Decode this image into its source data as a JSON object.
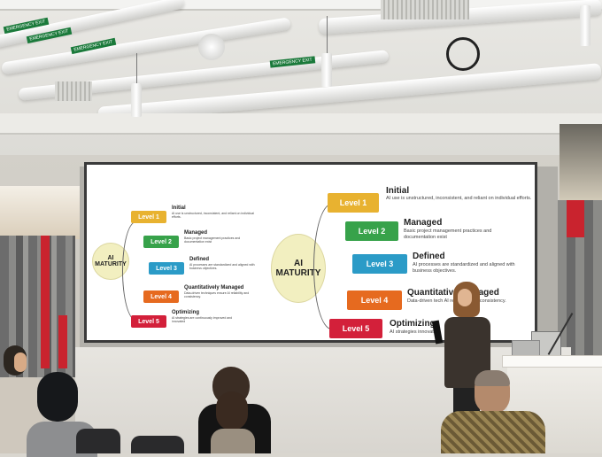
{
  "slides": [
    {
      "center_label": "AI\nMATURITY",
      "levels": [
        {
          "badge": "Level 1",
          "color": "#e8b230",
          "title": "Initial",
          "desc": "AI use is unstructured, inconsistent, and reliant on individual efforts."
        },
        {
          "badge": "Level 2",
          "color": "#37a24a",
          "title": "Managed",
          "desc": "Basic project management practices and documentation exist"
        },
        {
          "badge": "Level 3",
          "color": "#2b9bc7",
          "title": "Defined",
          "desc": "AI processes are standardized and aligned with business objectives."
        },
        {
          "badge": "Level 4",
          "color": "#e66a1f",
          "title": "Quantitatively Managed",
          "desc": "Data-driven techniques ensure AI reliability and consistency."
        },
        {
          "badge": "Level 5",
          "color": "#d3203a",
          "title": "Optimizing",
          "desc": "AI strategies are continuously improved and innovated"
        }
      ]
    },
    {
      "center_label": "AI\nMATURITY",
      "levels": [
        {
          "badge": "Level 1",
          "color": "#e8b230",
          "title": "Initial",
          "desc": "AI use is unstructured, inconsistent, and reliant on individual efforts."
        },
        {
          "badge": "Level 2",
          "color": "#37a24a",
          "title": "Managed",
          "desc": "Basic project management practices and documentation exist"
        },
        {
          "badge": "Level 3",
          "color": "#2b9bc7",
          "title": "Defined",
          "desc": "AI processes are standardized and aligned with business objectives."
        },
        {
          "badge": "Level 4",
          "color": "#e66a1f",
          "title": "Quantitative   Managed",
          "desc": "Data-driven tech        AI reliability and consistency."
        },
        {
          "badge": "Level 5",
          "color": "#d3203a",
          "title": "Optimizing",
          "desc": "AI strategies       innovated"
        }
      ]
    }
  ],
  "exit_sign": "EMERGENCY EXIT"
}
